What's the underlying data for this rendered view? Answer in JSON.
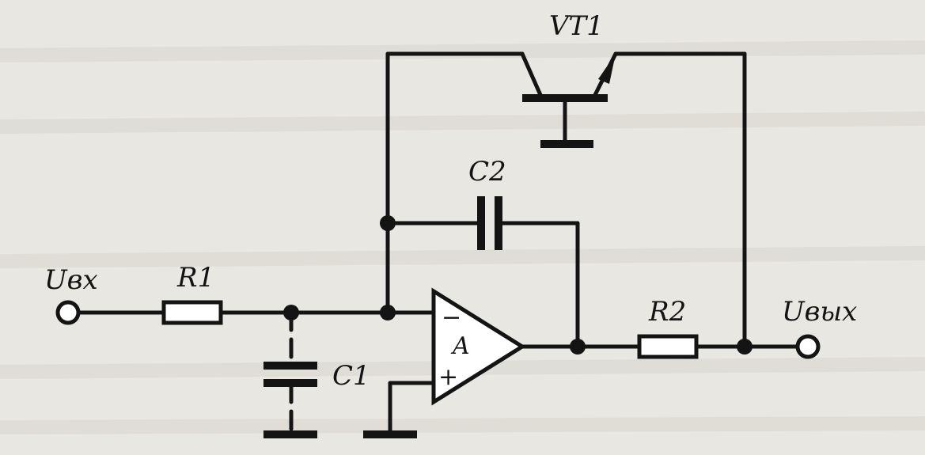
{
  "labels": {
    "input": "Uвх",
    "output": "Uвых",
    "r1": "R1",
    "r2": "R2",
    "c1": "C1",
    "c2": "C2",
    "vt1": "VT1",
    "opamp": "A",
    "opamp_minus": "−",
    "opamp_plus": "+"
  }
}
